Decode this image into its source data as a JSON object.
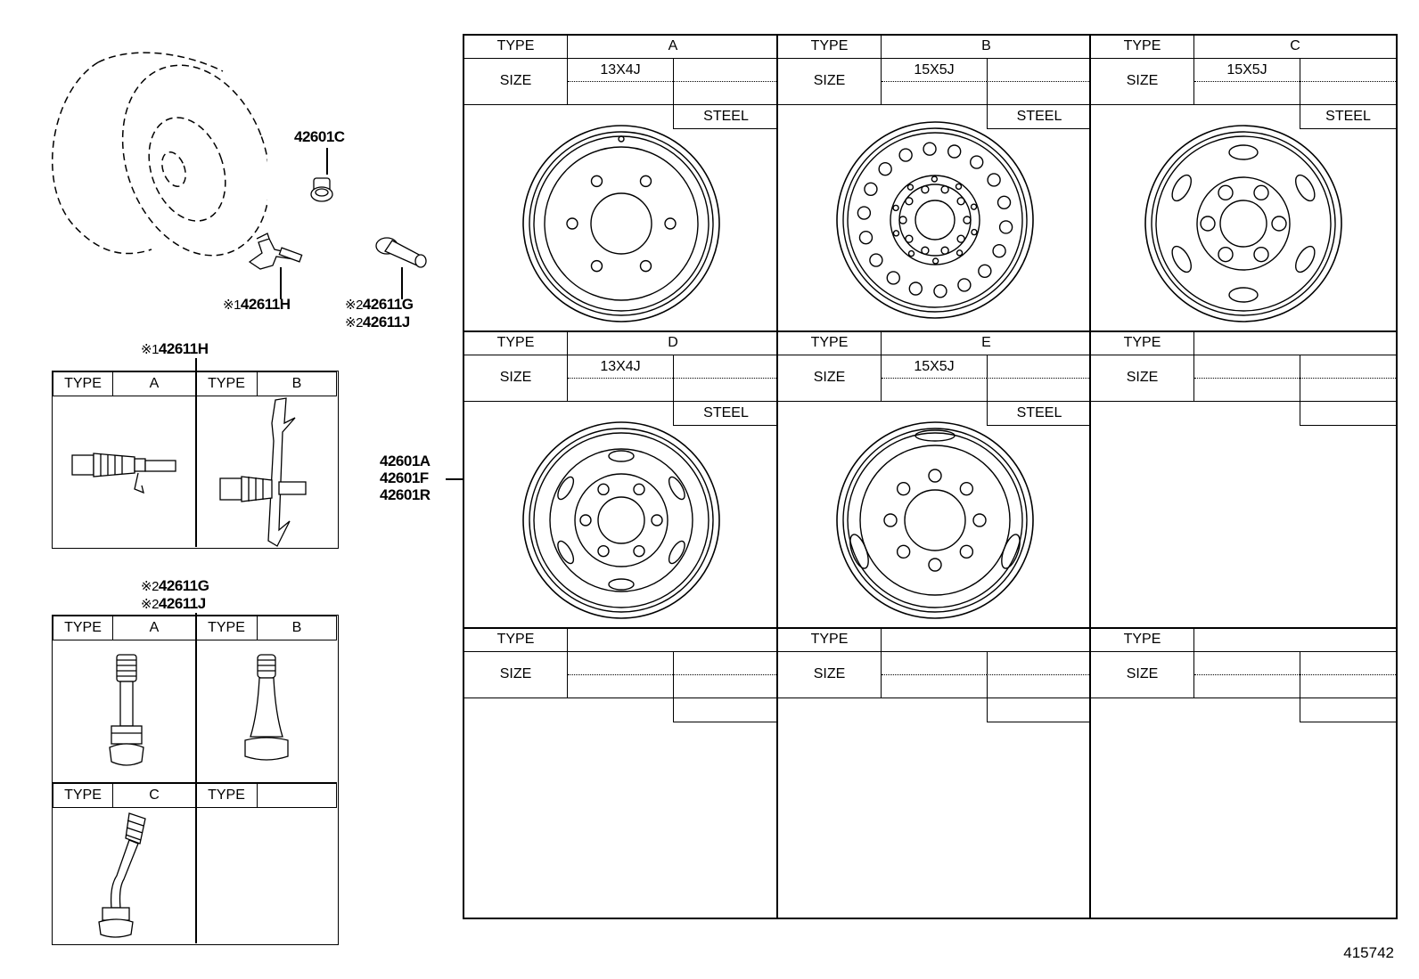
{
  "tire_part": "42601C",
  "valve_part_left": "42611H",
  "valve_part_right_1": "42611G",
  "valve_part_right_2": "42611J",
  "mark1": "※1",
  "mark2": "※2",
  "wheel_parts": [
    "42601A",
    "42601F",
    "42601R"
  ],
  "doc_number": "415742",
  "header_type": "TYPE",
  "header_size": "SIZE",
  "wheel_cells": [
    {
      "type": "A",
      "size": "13X4J",
      "material": "STEEL"
    },
    {
      "type": "B",
      "size": "15X5J",
      "material": "STEEL"
    },
    {
      "type": "C",
      "size": "15X5J",
      "material": "STEEL"
    },
    {
      "type": "D",
      "size": "13X4J",
      "material": "STEEL"
    },
    {
      "type": "E",
      "size": "15X5J",
      "material": "STEEL"
    },
    {
      "type": "",
      "size": "",
      "material": ""
    },
    {
      "type": "",
      "size": "",
      "material": ""
    },
    {
      "type": "",
      "size": "",
      "material": ""
    },
    {
      "type": "",
      "size": "",
      "material": ""
    }
  ],
  "valve_h_box": {
    "title": "42611H",
    "types": [
      "A",
      "B"
    ]
  },
  "valve_gj_box": {
    "title_1": "42611G",
    "title_2": "42611J",
    "types": [
      "A",
      "B",
      "C",
      ""
    ]
  }
}
